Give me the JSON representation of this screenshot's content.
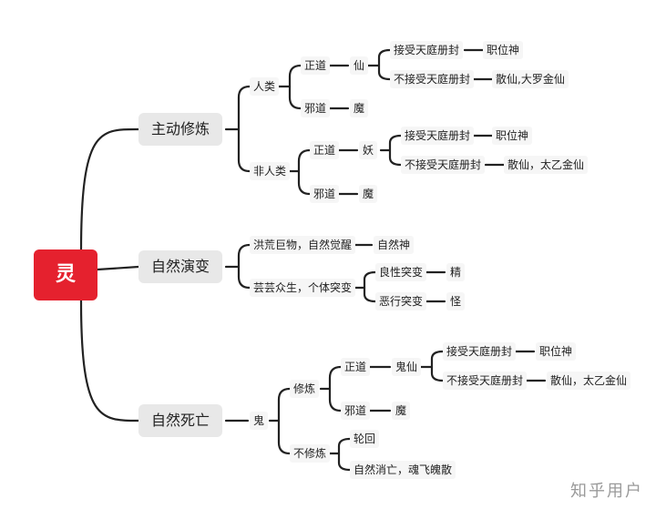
{
  "root": "灵",
  "branches": {
    "active": {
      "label": "主动修炼",
      "human": {
        "label": "人类",
        "right": {
          "label": "正道",
          "immortal": "仙",
          "accept": {
            "label": "接受天庭册封",
            "result": "职位神"
          },
          "decline": {
            "label": "不接受天庭册封",
            "result": "散仙,大罗金仙"
          }
        },
        "evil": {
          "label": "邪道",
          "result": "魔"
        }
      },
      "nonhuman": {
        "label": "非人类",
        "right": {
          "label": "正道",
          "demon": "妖",
          "accept": {
            "label": "接受天庭册封",
            "result": "职位神"
          },
          "decline": {
            "label": "不接受天庭册封",
            "result": "散仙，太乙金仙"
          }
        },
        "evil": {
          "label": "邪道",
          "result": "魔"
        }
      }
    },
    "natural": {
      "label": "自然演变",
      "awaken": {
        "label": "洪荒巨物，自然觉醒",
        "result": "自然神"
      },
      "mutate": {
        "label": "芸芸众生，个体突变",
        "good": {
          "label": "良性突变",
          "result": "精"
        },
        "bad": {
          "label": "恶行突变",
          "result": "怪"
        }
      }
    },
    "death": {
      "label": "自然死亡",
      "ghost": "鬼",
      "cultivate": {
        "label": "修炼",
        "right": {
          "label": "正道",
          "ghost_immortal": "鬼仙",
          "accept": {
            "label": "接受天庭册封",
            "result": "职位神"
          },
          "decline": {
            "label": "不接受天庭册封",
            "result": "散仙，太乙金仙"
          }
        },
        "evil": {
          "label": "邪道",
          "result": "魔"
        }
      },
      "no_cultivate": {
        "label": "不修炼",
        "reincarnate": "轮回",
        "vanish": "自然消亡，魂飞魄散"
      }
    }
  },
  "watermark": "知乎用户",
  "colors": {
    "root": "#e5212e",
    "line": "#222222",
    "main_node": "#e8e8e8"
  }
}
